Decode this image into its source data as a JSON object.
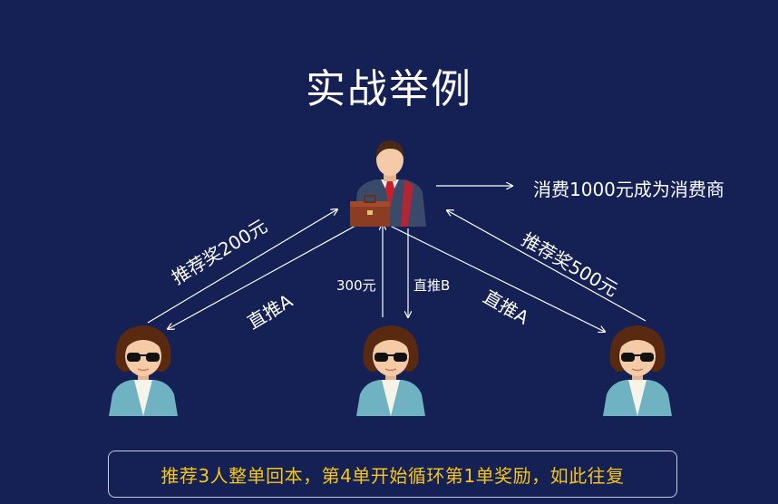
{
  "title": "实战举例",
  "labels": {
    "top_right": "消费1000元成为消费商",
    "left_reward": "推荐奖200元",
    "left_direct": "直推A",
    "center_amount": "300元",
    "center_direct": "直推B",
    "right_direct": "直推A",
    "right_reward": "推荐奖500元"
  },
  "bottom_note": "推荐3人整单回本，第4单开始循环第1单奖励，如此往复",
  "colors": {
    "background": "#152055",
    "text": "#ffffff",
    "highlight": "#f5c518",
    "suit": "#3a4a6b",
    "tie": "#c8202a",
    "briefcase": "#8a3d22",
    "woman_shirt": "#6fb3c2",
    "hair": "#5a2a10",
    "skin": "#f5cba7"
  }
}
